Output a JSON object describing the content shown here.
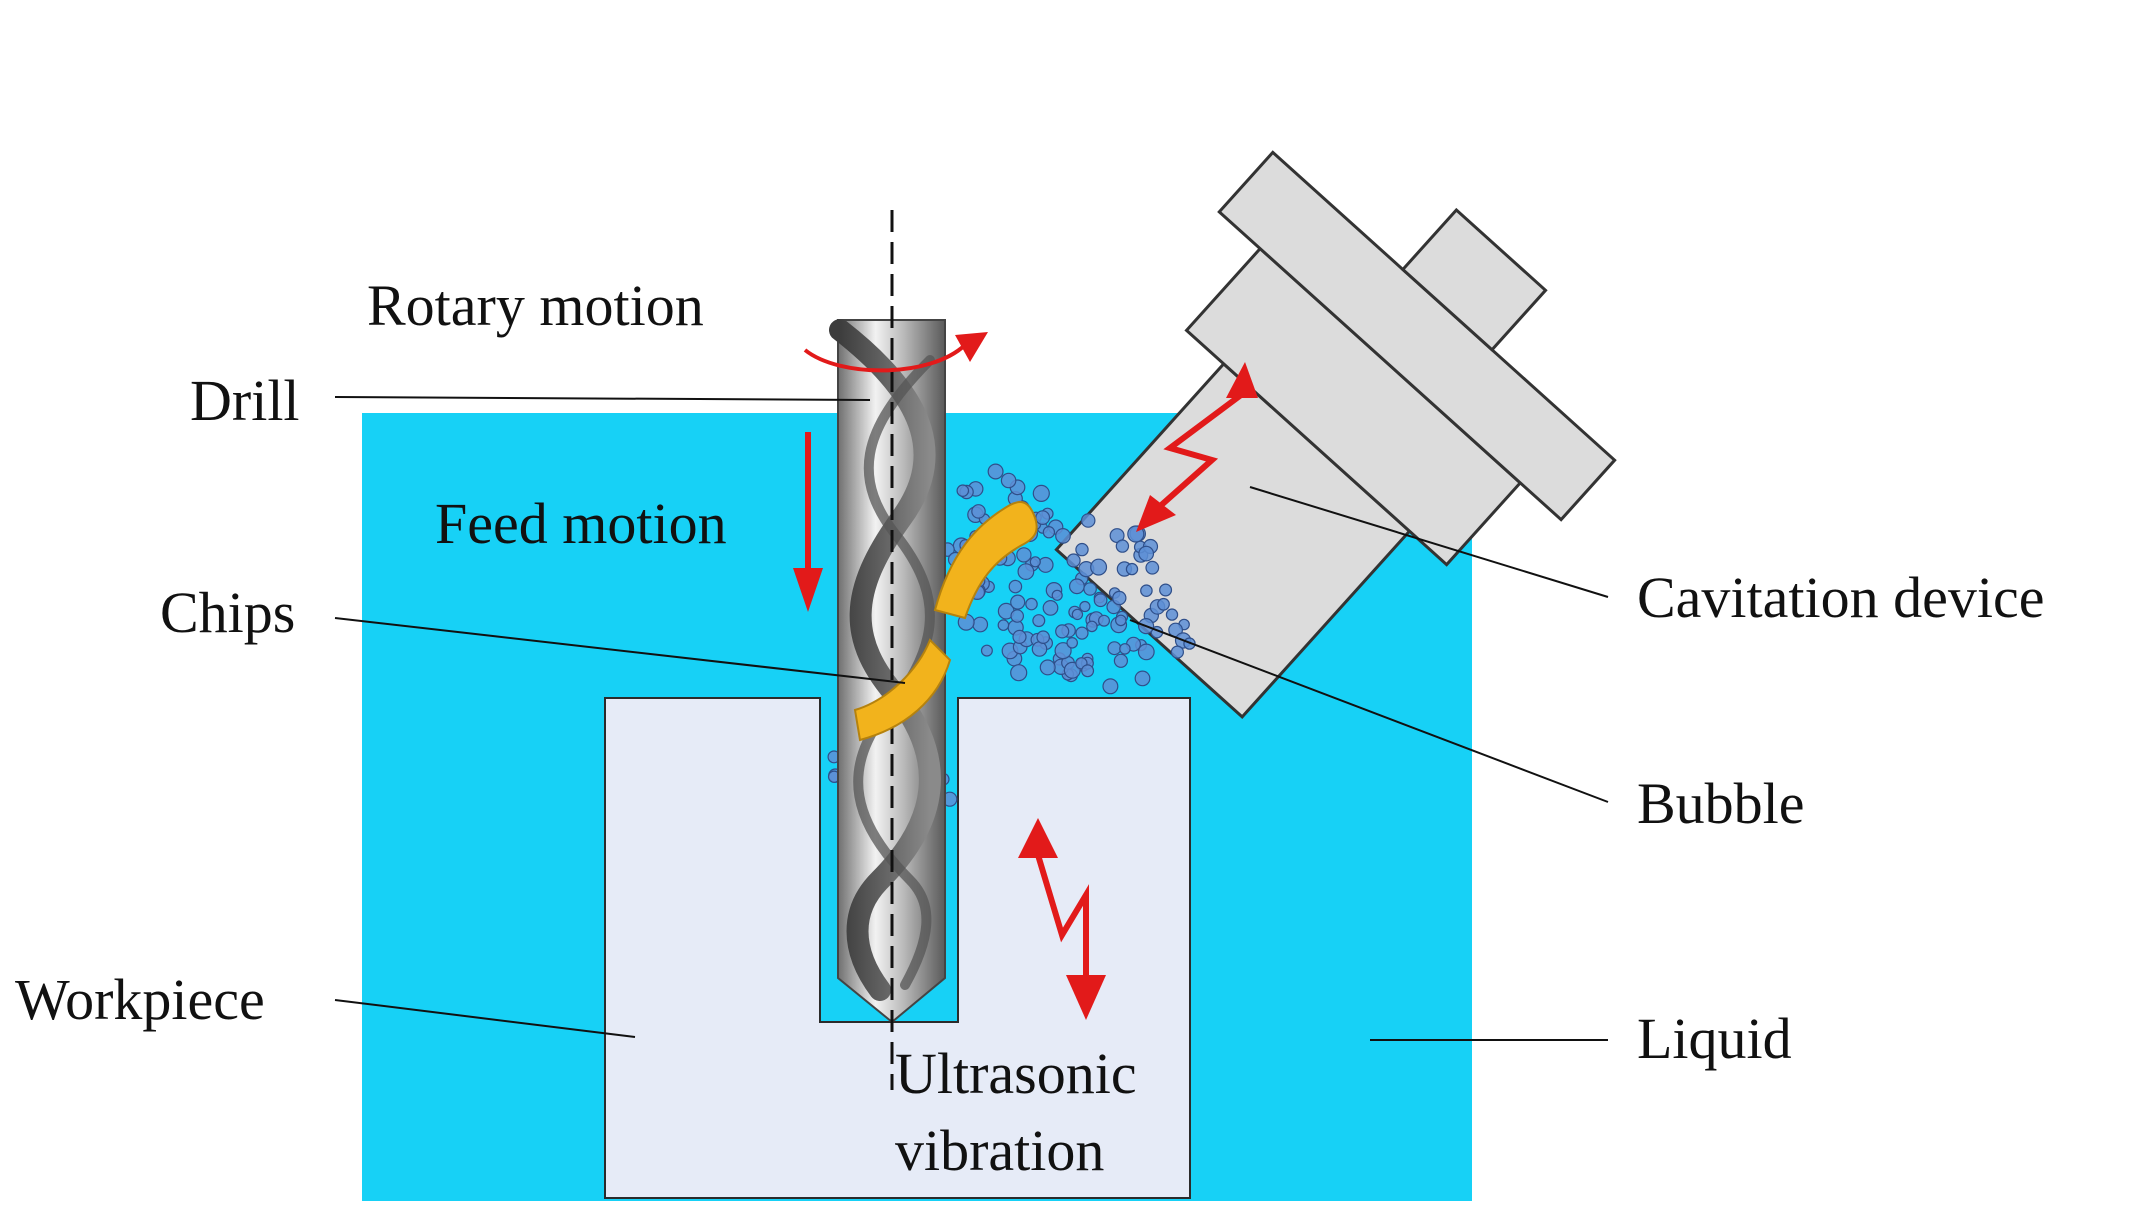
{
  "labels": {
    "rotary_motion": "Rotary motion",
    "drill": "Drill",
    "feed_motion": "Feed motion",
    "chips": "Chips",
    "cavitation_device": "Cavitation device",
    "bubble": "Bubble",
    "workpiece": "Workpiece",
    "liquid": "Liquid",
    "ultrasonic_line1": "Ultrasonic",
    "ultrasonic_line2": "vibration"
  },
  "colors": {
    "liquid": "#17d1f6",
    "workpiece": "#e6ebf7",
    "device": "#dcdcdc",
    "arrow": "#e21a1a",
    "chip": "#f2b31c",
    "bubble": "#5d8fd6"
  }
}
